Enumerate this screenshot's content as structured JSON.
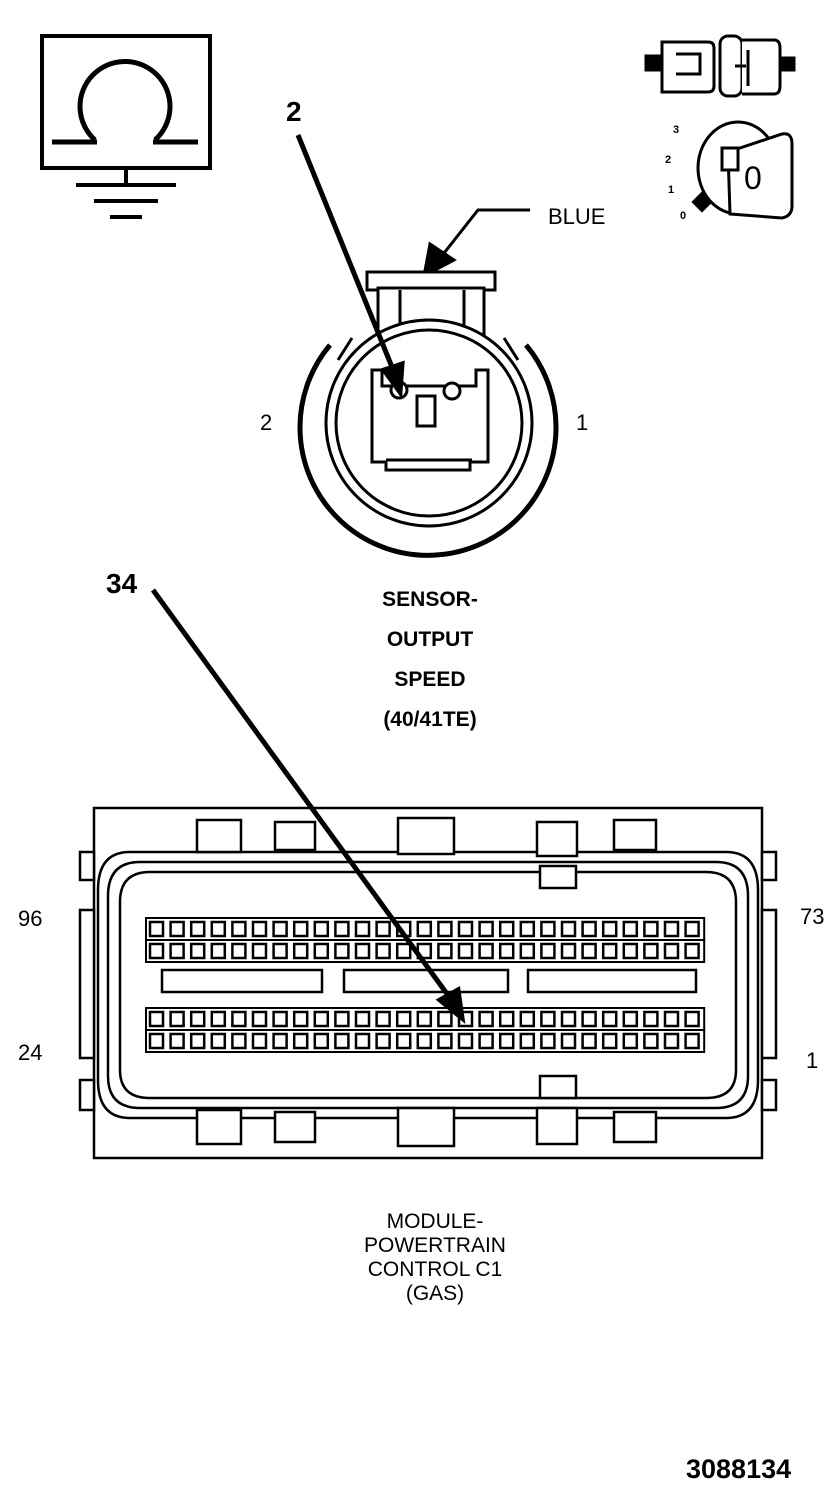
{
  "icons": {
    "ground": "ohm-ground-icon",
    "connector": "connector-plug-icon",
    "ignition": "ignition-key-icon"
  },
  "ignition_positions": [
    "3",
    "2",
    "1",
    "0"
  ],
  "ignition_key_label": "0",
  "sensor_connector": {
    "callout_pin": "2",
    "wire_color_label": "BLUE",
    "left_pin_label": "2",
    "right_pin_label": "1",
    "title_lines": [
      "SENSOR-",
      "OUTPUT",
      "SPEED",
      "(40/41TE)"
    ]
  },
  "module_connector": {
    "callout_pin": "34",
    "corner_labels": {
      "top_left": "96",
      "top_right": "73",
      "bottom_left": "24",
      "bottom_right": "1"
    },
    "title_lines": [
      "MODULE-",
      "POWERTRAIN",
      "CONTROL C1",
      "(GAS)"
    ]
  },
  "figure_id": "3088134"
}
